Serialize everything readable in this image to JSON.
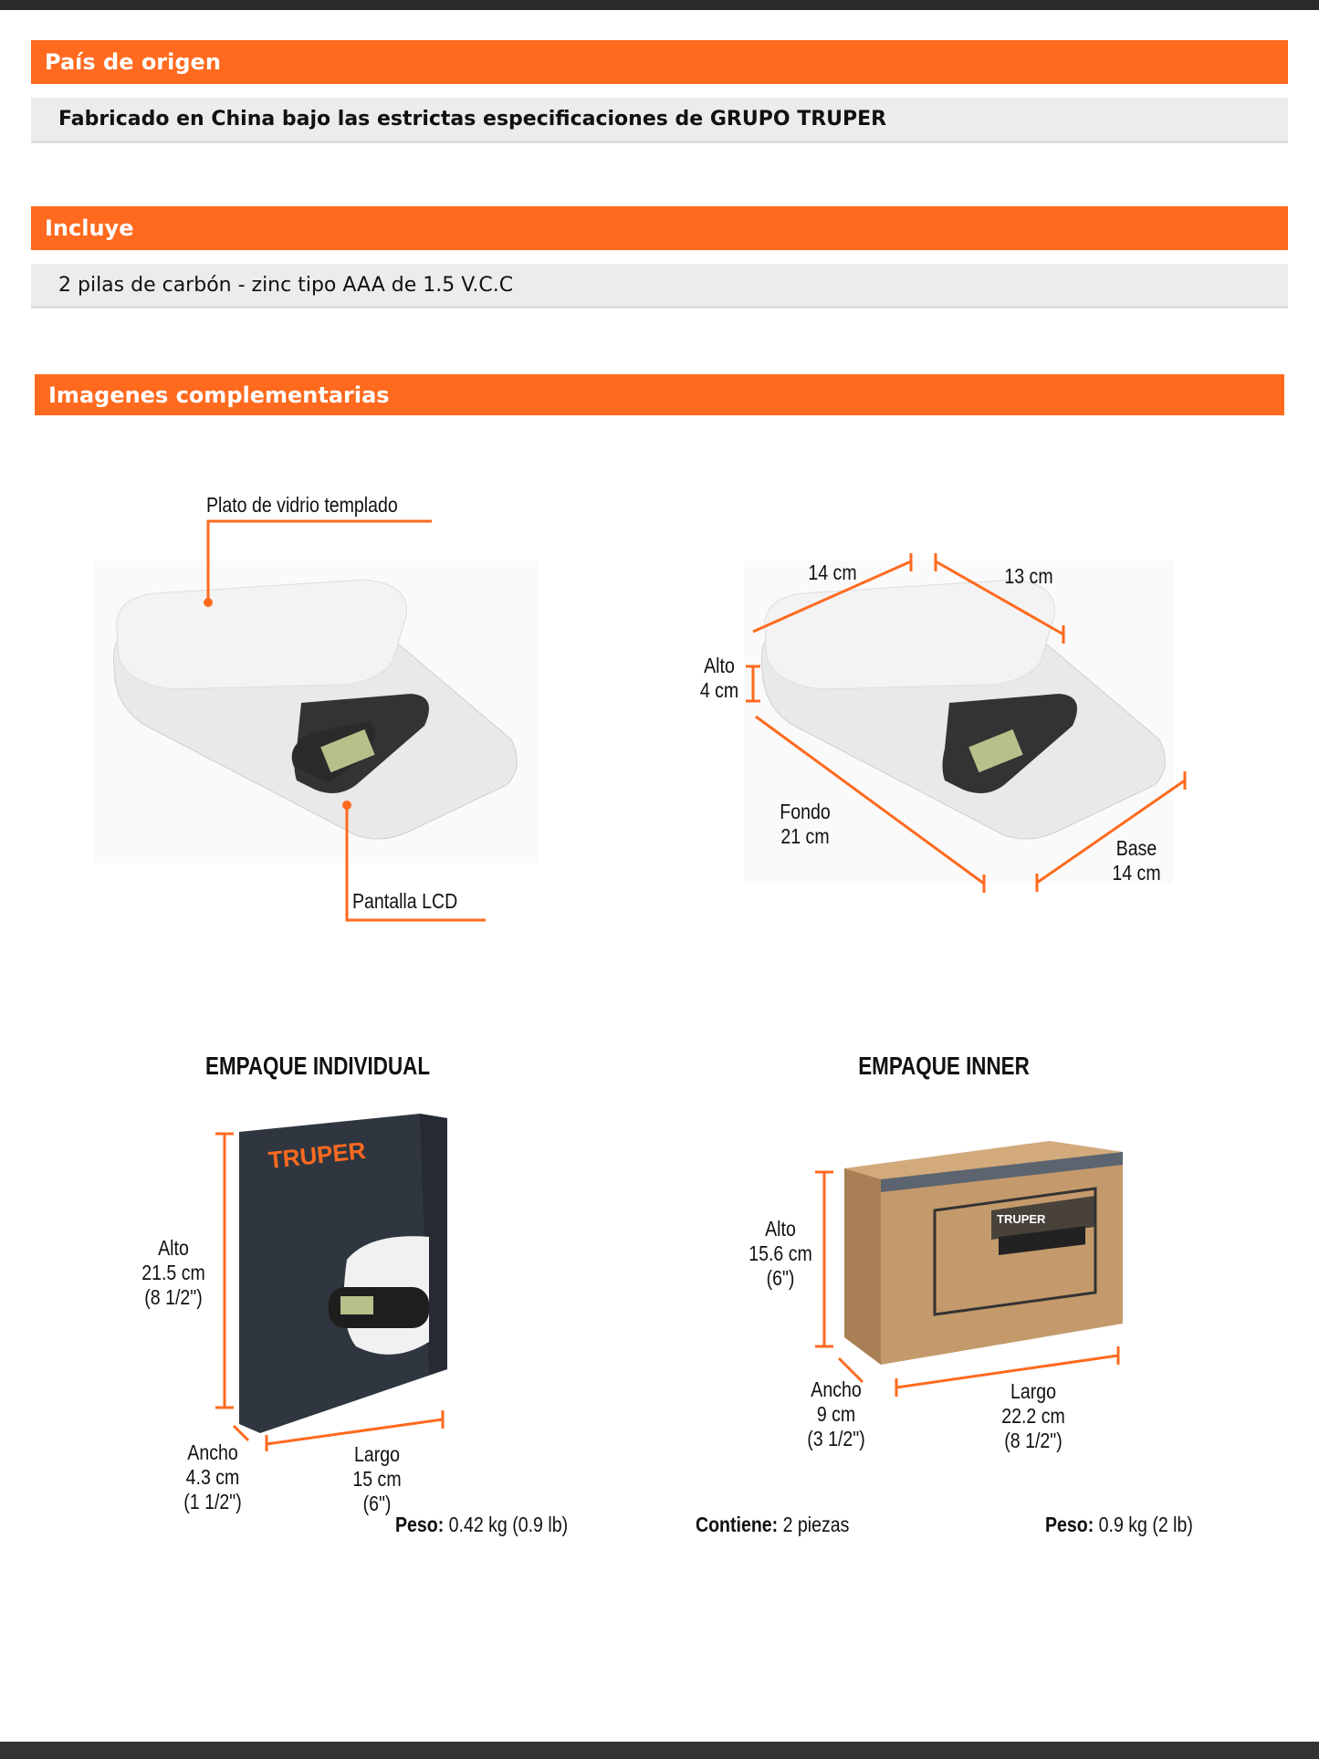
{
  "sections": {
    "origin": {
      "title": "País de origen",
      "text": "Fabricado en China bajo las estrictas especificaciones de GRUPO TRUPER"
    },
    "includes": {
      "title": "Incluye",
      "text": "2 pilas de carbón - zinc tipo AAA de 1.5 V.C.C"
    },
    "images": {
      "title": "Imagenes complementarias"
    }
  },
  "product_callouts": {
    "plate": "Plato de vidrio templado",
    "lcd": "Pantalla LCD"
  },
  "product_dimensions": {
    "width_top": "14 cm",
    "depth_top": "13 cm",
    "height_label": "Alto",
    "height_value": "4 cm",
    "fondo_label": "Fondo",
    "fondo_value": "21 cm",
    "base_label": "Base",
    "base_value": "14 cm"
  },
  "brand": "TRUPER",
  "individual_package": {
    "title": "EMPAQUE INDIVIDUAL",
    "alto_label": "Alto",
    "alto_cm": "21.5 cm",
    "alto_in": "(8 1/2\")",
    "ancho_label": "Ancho",
    "ancho_cm": "4.3 cm",
    "ancho_in": "(1 1/2\")",
    "largo_label": "Largo",
    "largo_cm": "15 cm",
    "largo_in": "(6\")",
    "peso_label": "Peso:",
    "peso_value": "0.42 kg (0.9 lb)"
  },
  "inner_package": {
    "title": "EMPAQUE INNER",
    "alto_label": "Alto",
    "alto_cm": "15.6 cm",
    "alto_in": "(6\")",
    "ancho_label": "Ancho",
    "ancho_cm": "9 cm",
    "ancho_in": "(3 1/2\")",
    "largo_label": "Largo",
    "largo_cm": "22.2 cm",
    "largo_in": "(8 1/2\")",
    "contiene_label": "Contiene:",
    "contiene_value": "2 piezas",
    "peso_label": "Peso:",
    "peso_value": "0.9 kg (2 lb)"
  },
  "colors": {
    "accent": "#ff6a1f",
    "row_bg": "#ececec",
    "bars": "#2a2a2a"
  }
}
